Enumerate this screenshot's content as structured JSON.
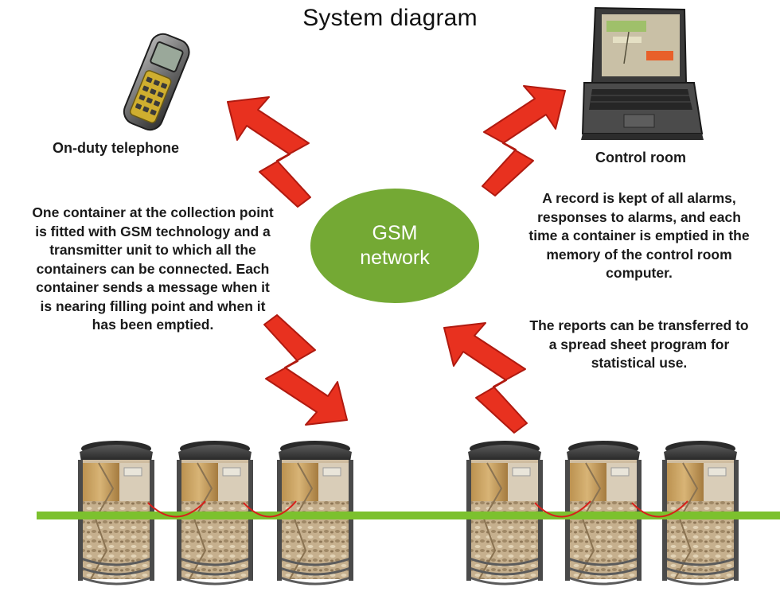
{
  "title": "System diagram",
  "nodes": {
    "phone": {
      "label": "On-duty telephone",
      "icon": "mobile-phone-icon"
    },
    "control_room": {
      "label": "Control room",
      "icon": "laptop-icon"
    },
    "network": {
      "line1": "GSM",
      "line2": "network"
    }
  },
  "descriptions": {
    "left": [
      "One container at the collection point",
      "is fitted with GSM technology and a",
      "transmitter unit to which all the",
      "containers can be connected. Each",
      "container sends a message when it",
      "is nearing filling point and when it",
      "has been emptied."
    ],
    "right_1": [
      "A record is kept of all alarms,",
      "responses to alarms, and each",
      "time a container is emptied in the",
      "memory of the control room",
      "computer."
    ],
    "right_2": [
      "The reports can be transferred to",
      "a spread sheet program for",
      "statistical use."
    ]
  },
  "containers": {
    "left_group_count": 3,
    "right_group_count": 3,
    "icon": "waste-container-icon"
  },
  "colors": {
    "network": "#74a934",
    "signal_arrow": "#e8311f",
    "connection_line": "#7cc12e",
    "link_arc": "#d8201a"
  }
}
